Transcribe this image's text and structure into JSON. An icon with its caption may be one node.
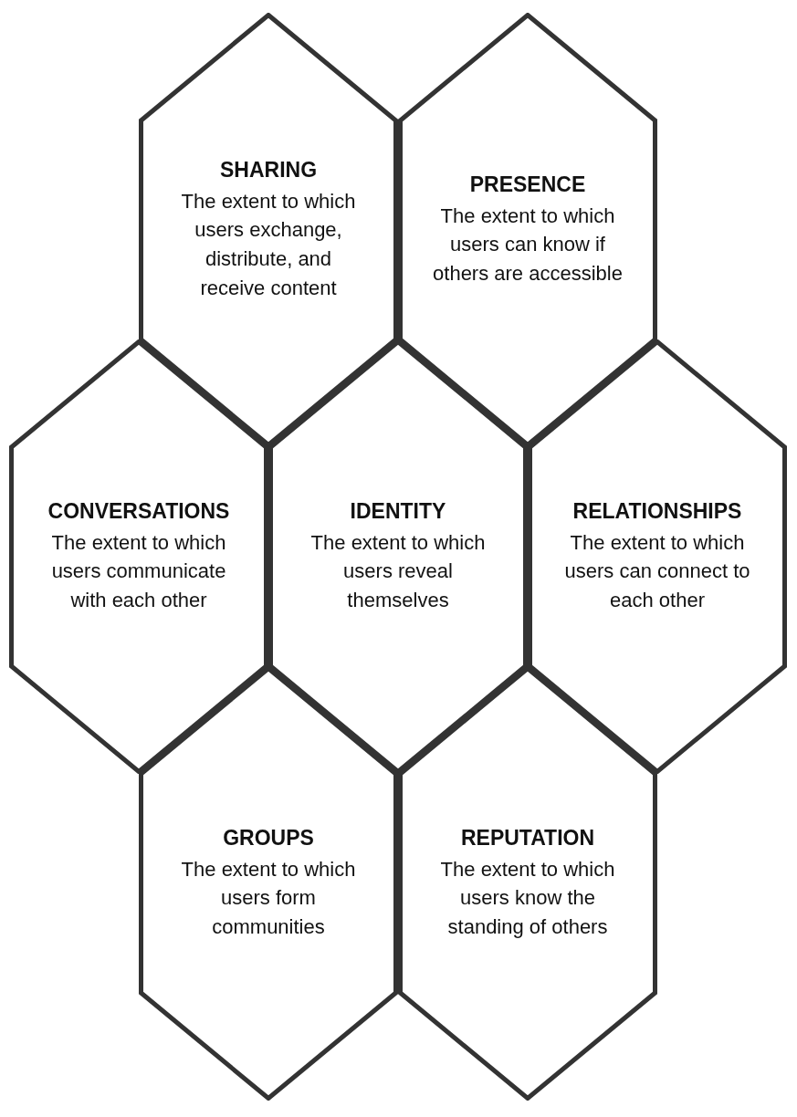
{
  "diagram": {
    "nodes": [
      {
        "text": [
          "SHARING",
          "The extent to which users exchange, distribute, and receive content"
        ]
      },
      {
        "text": [
          "PRESENCE",
          "The extent to which users can know if others are accessible"
        ]
      },
      {
        "text": [
          "CONVERSATIONS",
          "The extent to which users communicate with each other"
        ]
      },
      {
        "text": [
          "IDENTITY",
          "The extent to which users reveal themselves"
        ]
      },
      {
        "text": [
          "RELATIONSHIPS",
          "The extent to which users can connect to each other"
        ]
      },
      {
        "text": [
          "GROUPS",
          "The extent to which users form communities"
        ]
      },
      {
        "text": [
          "REPUTATION",
          "The extent to which users know the standing of others"
        ]
      }
    ]
  }
}
